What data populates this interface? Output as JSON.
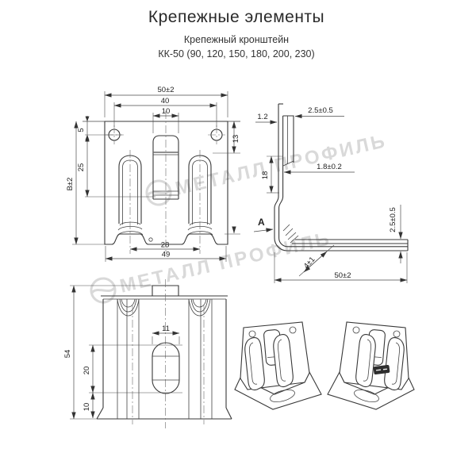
{
  "header": {
    "title": "Крепежные элементы",
    "subtitle": "Крепежный кронштейн",
    "model": "КК-50 (90, 120, 150, 180, 200, 230)"
  },
  "watermark": {
    "text": "МЕТАЛЛ ПРОФИЛЬ",
    "color": "#d9d9d9"
  },
  "colors": {
    "line": "#383838",
    "background": "#ffffff"
  },
  "front_view": {
    "dim_width": "50±2",
    "dim_hole_spacing": "40",
    "dim_channel_width": "10",
    "dim_hole_offset": "5",
    "dim_channel_depth": "25",
    "dim_height": "B±2",
    "dim_right": "13",
    "dim_slot_spacing": "28",
    "dim_bottom_width": "49"
  },
  "side_view": {
    "dim_top_offset": "1.2",
    "dim_top_thickness": "2.5±0.5",
    "dim_sheet_thickness": "1.8±0.2",
    "dim_hook_length": "18",
    "section_label": "A",
    "dim_bend": "4±1",
    "dim_leg_thickness": "2.5±0.5",
    "dim_length": "50±2"
  },
  "back_view": {
    "dim_height": "54",
    "dim_oval_width": "11",
    "dim_oval_length": "20",
    "dim_bottom_offset": "10"
  }
}
